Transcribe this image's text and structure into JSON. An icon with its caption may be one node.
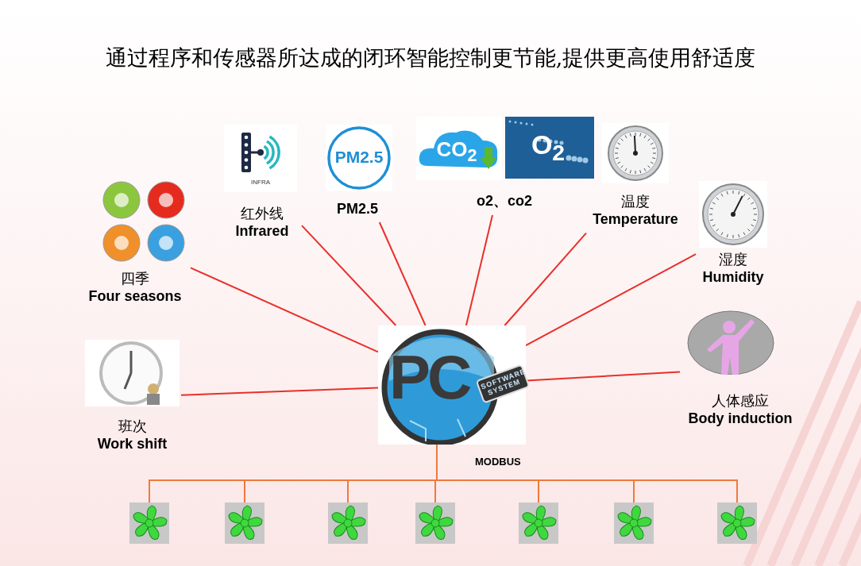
{
  "diagram": {
    "title": "通过程序和传感器所达成的闭环智能控制更节能,提供更高使用舒适度",
    "nodes": [
      {
        "text": [
          "四季",
          "Four seasons"
        ]
      },
      {
        "text": [
          "红外线",
          "Infrared"
        ]
      },
      {
        "text": [
          "PM2.5"
        ]
      },
      {
        "text": [
          "o2、co2"
        ]
      },
      {
        "text": [
          "温度",
          "Temperature"
        ]
      },
      {
        "text": [
          "湿度",
          "Humidity"
        ]
      },
      {
        "text": [
          "人体感应",
          "Body induction"
        ]
      },
      {
        "text": [
          "班次",
          "Work shift"
        ]
      },
      {
        "text": [
          "PC",
          "SOFTWARE SYSTEM"
        ]
      },
      {
        "text": [],
        "shape": "picture"
      },
      {
        "text": [],
        "shape": "picture"
      },
      {
        "text": [],
        "shape": "picture"
      },
      {
        "text": [],
        "shape": "picture"
      },
      {
        "text": [],
        "shape": "picture"
      },
      {
        "text": [],
        "shape": "picture"
      },
      {
        "text": [],
        "shape": "picture"
      }
    ],
    "edges": [
      {
        "from": 0,
        "to": 8,
        "arrow": "none"
      },
      {
        "from": 1,
        "to": 8,
        "arrow": "none"
      },
      {
        "from": 2,
        "to": 8,
        "arrow": "none"
      },
      {
        "from": 3,
        "to": 8,
        "arrow": "none"
      },
      {
        "from": 4,
        "to": 8,
        "arrow": "none"
      },
      {
        "from": 5,
        "to": 8,
        "arrow": "none"
      },
      {
        "from": 6,
        "to": 8,
        "arrow": "none"
      },
      {
        "from": 7,
        "to": 8,
        "arrow": "none"
      },
      {
        "from": 8,
        "to": 9,
        "arrow": "none",
        "color": "#f07a3c"
      },
      {
        "from": 8,
        "to": 10,
        "arrow": "none",
        "color": "#f07a3c"
      },
      {
        "from": 8,
        "to": 11,
        "arrow": "none",
        "color": "#f07a3c"
      },
      {
        "from": 8,
        "to": 12,
        "arrow": "none",
        "color": "#f07a3c"
      },
      {
        "from": 8,
        "to": 13,
        "arrow": "none",
        "color": "#f07a3c"
      },
      {
        "from": 8,
        "to": 14,
        "arrow": "none",
        "color": "#f07a3c"
      },
      {
        "from": 8,
        "to": 15,
        "arrow": "none",
        "color": "#f07a3c"
      }
    ],
    "labels": [
      "INFRA",
      "PM2.5",
      "CO$_{2}$",
      "O$_{2}$",
      "MODBUS"
    ]
  }
}
